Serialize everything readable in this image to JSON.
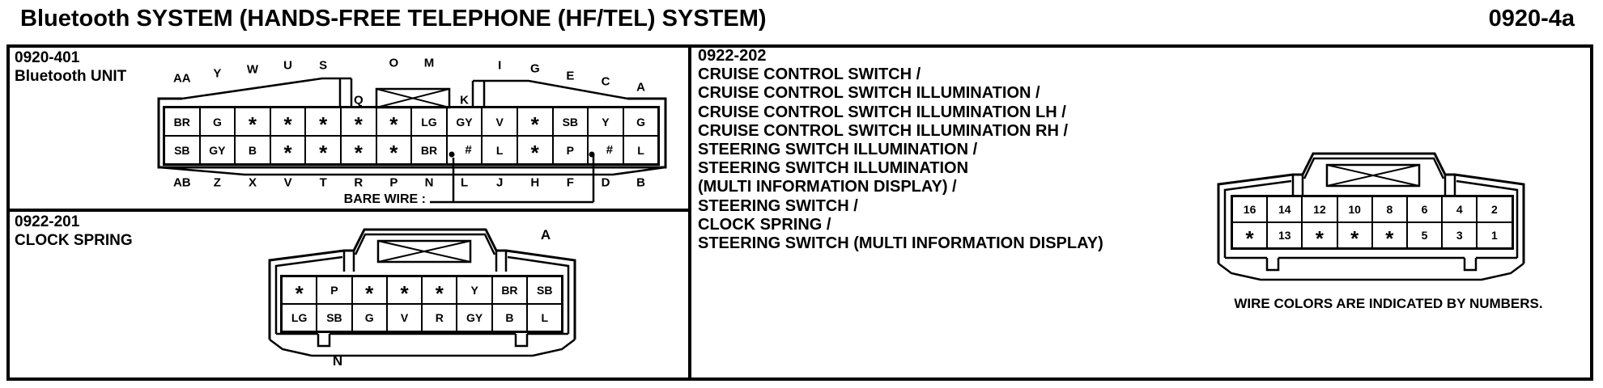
{
  "header": {
    "title": "Bluetooth SYSTEM (HANDS-FREE TELEPHONE (HF/TEL) SYSTEM)",
    "page_id": "0920-4a"
  },
  "bluetooth_unit": {
    "id": "0920-401",
    "name": "Bluetooth UNIT",
    "top_pins": [
      "AA",
      "Y",
      "W",
      "U",
      "S",
      "Q",
      "O",
      "M",
      "K",
      "I",
      "G",
      "E",
      "C",
      "A"
    ],
    "bottom_pins": [
      "AB",
      "Z",
      "X",
      "V",
      "T",
      "R",
      "P",
      "N",
      "L",
      "J",
      "H",
      "F",
      "D",
      "B"
    ],
    "rows": [
      [
        "BR",
        "G",
        "*",
        "*",
        "*",
        "*",
        "*",
        "LG",
        "GY",
        "V",
        "*",
        "SB",
        "Y",
        "G"
      ],
      [
        "SB",
        "GY",
        "B",
        "*",
        "*",
        "*",
        "*",
        "BR",
        "#",
        "L",
        "*",
        "P",
        "#",
        "L"
      ]
    ],
    "bare_wire_label": "BARE WIRE :"
  },
  "clock_spring": {
    "id": "0922-201",
    "name": "CLOCK SPRING",
    "pin_a": "A",
    "pin_n": "N",
    "rows": [
      [
        "*",
        "P",
        "*",
        "*",
        "*",
        "Y",
        "BR",
        "SB"
      ],
      [
        "LG",
        "SB",
        "G",
        "V",
        "R",
        "GY",
        "B",
        "L"
      ]
    ]
  },
  "steering": {
    "id": "0922-202",
    "lines": [
      "CRUISE CONTROL SWITCH /",
      "CRUISE CONTROL SWITCH ILLUMINATION /",
      "CRUISE CONTROL SWITCH ILLUMINATION LH /",
      "CRUISE CONTROL SWITCH ILLUMINATION RH /",
      "STEERING SWITCH ILLUMINATION /",
      "STEERING SWITCH ILLUMINATION",
      "(MULTI INFORMATION DISPLAY) /",
      "STEERING SWITCH /",
      "CLOCK SPRING /",
      "STEERING SWITCH (MULTI INFORMATION DISPLAY)"
    ],
    "rows": [
      [
        "16",
        "14",
        "12",
        "10",
        "8",
        "6",
        "4",
        "2"
      ],
      [
        "*",
        "13",
        "*",
        "*",
        "*",
        "5",
        "3",
        "1"
      ]
    ],
    "caption": "WIRE COLORS ARE INDICATED BY NUMBERS."
  },
  "colors": {
    "ink": "#000000",
    "paper": "#ffffff"
  }
}
